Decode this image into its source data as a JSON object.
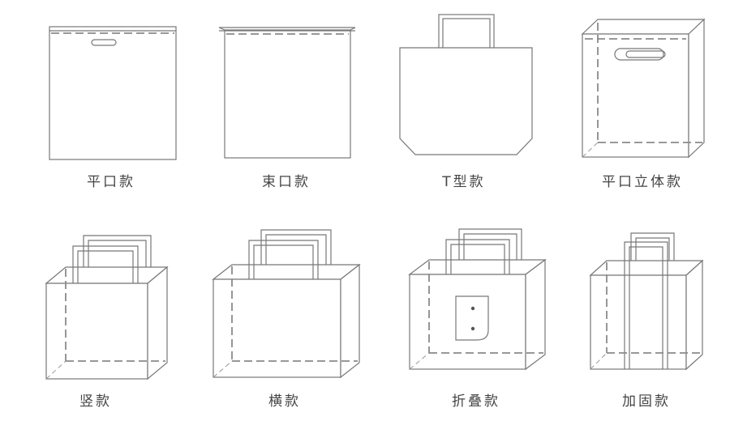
{
  "bag_types": [
    {
      "label": "平口款"
    },
    {
      "label": "束口款"
    },
    {
      "label": "T型款"
    },
    {
      "label": "平口立体款"
    },
    {
      "label": "竖款"
    },
    {
      "label": "横款"
    },
    {
      "label": "折叠款"
    },
    {
      "label": "加固款"
    }
  ],
  "colors": {
    "outline": "#777777",
    "dash": "#8a8a8a",
    "text": "#444444",
    "background": "#ffffff"
  }
}
